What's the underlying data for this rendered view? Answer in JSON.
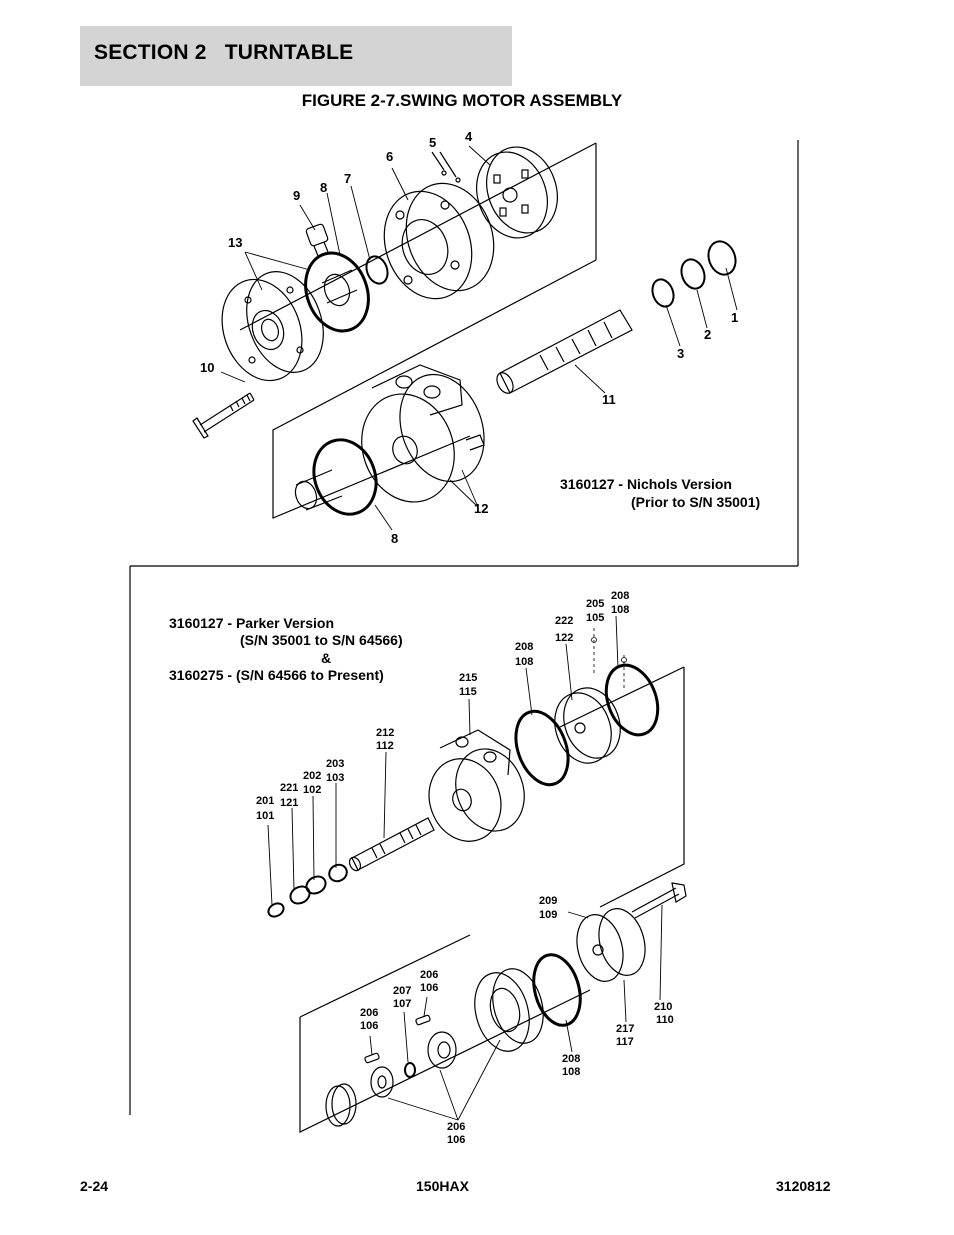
{
  "header": {
    "section_title": "SECTION 2   TURNTABLE",
    "figure_title": "FIGURE 2-7.SWING MOTOR ASSEMBLY"
  },
  "nichols": {
    "caption_line1": "3160127 - Nichols Version",
    "caption_line2": "(Prior to S/N 35001)",
    "callouts": [
      "1",
      "2",
      "3",
      "4",
      "5",
      "6",
      "7",
      "8",
      "9",
      "10",
      "11",
      "12",
      "13",
      "8"
    ]
  },
  "parker": {
    "caption_line1": "3160127 - Parker Version",
    "caption_line2": "(S/N 35001 to S/N 64566)",
    "caption_line3": "&",
    "caption_line4": "3160275 - (S/N 64566 to Present)",
    "callouts": [
      [
        "201",
        "101"
      ],
      [
        "221",
        "121"
      ],
      [
        "202",
        "102"
      ],
      [
        "203",
        "103"
      ],
      [
        "212",
        "112"
      ],
      [
        "215",
        "115"
      ],
      [
        "208",
        "108"
      ],
      [
        "222",
        "122"
      ],
      [
        "205",
        "105"
      ],
      [
        "208",
        "108"
      ],
      [
        "209",
        "109"
      ],
      [
        "210",
        "110"
      ],
      [
        "217",
        "117"
      ],
      [
        "208",
        "108"
      ],
      [
        "206",
        "106"
      ],
      [
        "207",
        "107"
      ],
      [
        "206",
        "106"
      ],
      [
        "206",
        "106"
      ]
    ]
  },
  "footer": {
    "page": "2-24",
    "model": "150HAX",
    "doc_number": "3120812"
  }
}
